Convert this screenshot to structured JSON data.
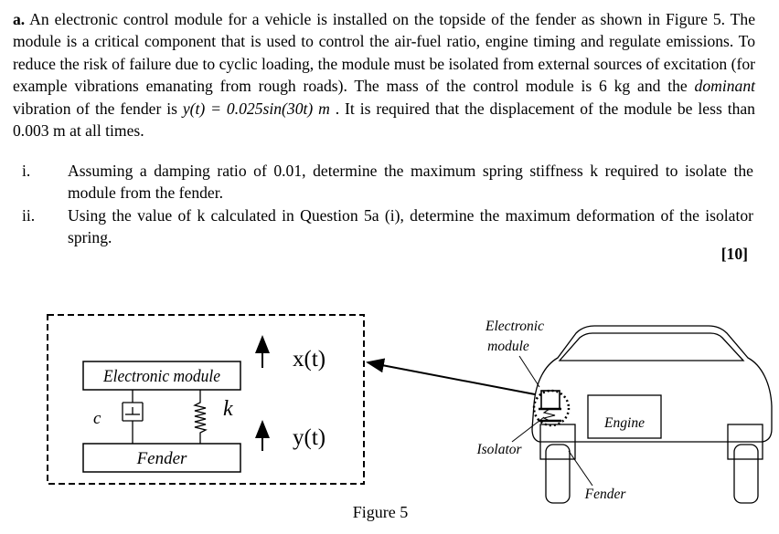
{
  "question": {
    "label": "a.",
    "paragraph_1": " An electronic control module for a vehicle is installed on the topside of the fender as shown in Figure 5.  The module is a critical component that is used to control the air-fuel ratio, engine timing and regulate emissions. To reduce the risk of failure due to cyclic loading, the module must be isolated from external sources of excitation (for example vibrations emanating from rough roads). The mass of the control module is 6 kg and the ",
    "dominant_word": "dominant",
    "paragraph_2": " vibration of the fender is ",
    "vibration_eq": "y(t) = 0.025sin(30t) m",
    "paragraph_3": " . It is required that the displacement of the module be less than 0.003 m at all times."
  },
  "subquestions": [
    {
      "num": "i.",
      "text": "Assuming a damping ratio of 0.01, determine the maximum spring stiffness k required to isolate the module from the fender."
    },
    {
      "num": "ii.",
      "text": "Using the value of k calculated in Question 5a (i), determine the maximum deformation of the isolator spring."
    }
  ],
  "marks": "[10]",
  "figure": {
    "caption": "Figure 5",
    "model": {
      "module_label": "Electronic module",
      "fender_label": "Fender",
      "damper_label": "c",
      "spring_label": "k",
      "module_disp": "x(t)",
      "fender_disp": "y(t)"
    },
    "car": {
      "module_label_1": "Electronic",
      "module_label_2": "module",
      "engine_label": "Engine",
      "isolator_label": "Isolator",
      "fender_label": "Fender"
    }
  }
}
